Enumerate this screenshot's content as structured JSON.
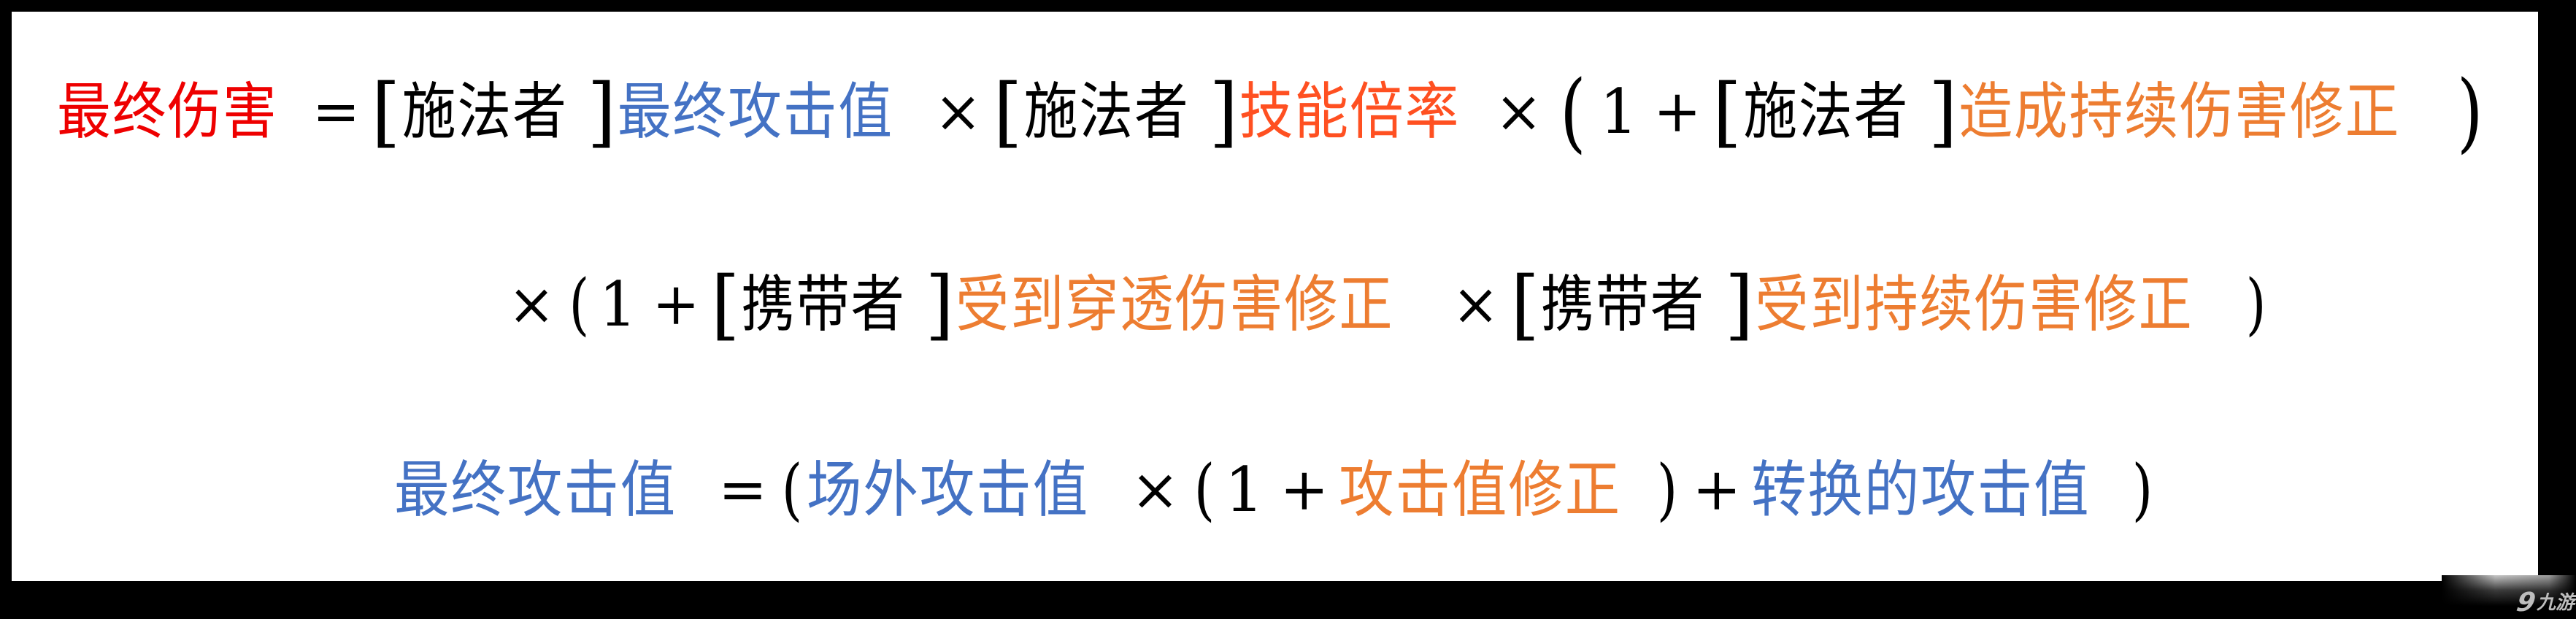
{
  "colors": {
    "background": "#000000",
    "panel": "#ffffff",
    "red": "#EE0000",
    "blue": "#4472C4",
    "orange": "#ED7D31",
    "red_orange": "#FF5021",
    "black": "#000000"
  },
  "formula": {
    "line1": {
      "result": "最终伤害",
      "equals": "=",
      "bracket_open_1": "[",
      "caster_1": "施法者",
      "bracket_close_1": "]",
      "final_attack": "最终攻击值",
      "times_1": "×",
      "bracket_open_2": "[",
      "caster_2": "施法者",
      "bracket_close_2": "]",
      "skill_multiplier": "技能倍率",
      "times_2": "×",
      "paren_open": "(",
      "one": "1",
      "plus": "+",
      "bracket_open_3": "[",
      "caster_3": "施法者",
      "bracket_close_3": "]",
      "dot_dealt_modifier": "造成持续伤害修正",
      "paren_close": ")"
    },
    "line2": {
      "times_1": "×",
      "paren_open": "(",
      "one": "1",
      "plus": "+",
      "bracket_open_1": "[",
      "carrier_1": "携带者",
      "bracket_close_1": "]",
      "pierce_taken_modifier": "受到穿透伤害修正",
      "times_2": "×",
      "bracket_open_2": "[",
      "carrier_2": "携带者",
      "bracket_close_2": "]",
      "dot_taken_modifier": "受到持续伤害修正",
      "paren_close": ")"
    },
    "line3": {
      "final_attack": "最终攻击值",
      "equals": "=",
      "paren_open_1": "(",
      "offfield_attack": "场外攻击值",
      "times": "×",
      "paren_open_2": "(",
      "one": "1",
      "plus_1": "+",
      "attack_modifier": "攻击值修正",
      "paren_close_2": ")",
      "plus_2": "+",
      "converted_attack": "转换的攻击值",
      "paren_close_1": ")"
    }
  },
  "watermark": {
    "icon": "jiuyou-logo-icon",
    "mark": "9",
    "text": "九游"
  }
}
